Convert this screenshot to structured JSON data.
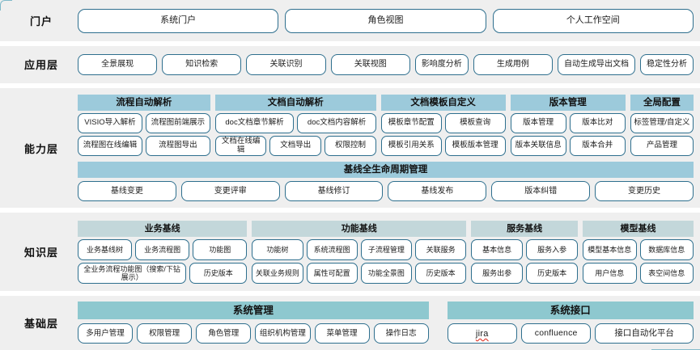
{
  "colors": {
    "band_bg": "#efefef",
    "page_bg": "#ffffff",
    "pill_border": "#2e6f8e",
    "group_header_blue": "#9ccadb",
    "group_header_knowledge": "#c3d7da",
    "group_header_base": "#8ec8cf"
  },
  "layers": [
    {
      "label": "门户",
      "items": [
        "系统门户",
        "角色视图",
        "个人工作空间"
      ]
    },
    {
      "label": "应用层",
      "items": [
        "全景展现",
        "知识检索",
        "关联识别",
        "关联视图",
        "影响度分析",
        "生成用例",
        "自动生成导出文档",
        "稳定性分析"
      ]
    },
    {
      "label": "能力层",
      "groups": [
        {
          "header": "流程自动解析",
          "rows": [
            [
              "VISIO导入解析",
              "流程图前端展示"
            ],
            [
              "流程图在线编辑",
              "流程图导出"
            ]
          ]
        },
        {
          "header": "文档自动解析",
          "rows": [
            [
              "doc文档章节解析",
              "doc文档内容解析"
            ],
            [
              "文档在线编辑",
              "文档导出",
              "权限控制"
            ]
          ]
        },
        {
          "header": "文档模板自定义",
          "rows": [
            [
              "模板章节配置",
              "模板查询"
            ],
            [
              "模板引用关系",
              "模板版本管理"
            ]
          ]
        },
        {
          "header": "版本管理",
          "rows": [
            [
              "版本管理",
              "版本比对"
            ],
            [
              "版本关联信息",
              "版本合并"
            ]
          ]
        },
        {
          "header": "全局配置",
          "rows": [
            [
              "标签管理/自定义"
            ],
            [
              "产品管理"
            ]
          ]
        }
      ],
      "lifecycle": {
        "header": "基线全生命周期管理",
        "items": [
          "基线变更",
          "变更评审",
          "基线修订",
          "基线发布",
          "版本纠错",
          "变更历史"
        ]
      }
    },
    {
      "label": "知识层",
      "groups": [
        {
          "header": "业务基线",
          "rows": [
            [
              "业务基线树",
              "业务流程图",
              "功能图"
            ],
            [
              "全业务流程功能图（搜索/下钻展示）",
              "历史版本"
            ]
          ]
        },
        {
          "header": "功能基线",
          "rows": [
            [
              "功能树",
              "系统流程图",
              "子流程管理",
              "关联服务"
            ],
            [
              "关联业务规则",
              "属性可配置",
              "功能全景图",
              "历史版本"
            ]
          ]
        },
        {
          "header": "服务基线",
          "rows": [
            [
              "基本信息",
              "服务入参"
            ],
            [
              "服务出参",
              "历史版本"
            ]
          ]
        },
        {
          "header": "模型基线",
          "rows": [
            [
              "模型基本信息",
              "数据库信息"
            ],
            [
              "用户信息",
              "表空间信息"
            ]
          ]
        }
      ]
    },
    {
      "label": "基础层",
      "groups": [
        {
          "header": "系统管理",
          "rows": [
            [
              "多用户管理",
              "权限管理",
              "角色管理",
              "组织机构管理",
              "菜单管理",
              "操作日志"
            ]
          ]
        },
        {
          "header": "系统接口",
          "rows": [
            [
              "jira",
              "confluence",
              "接口自动化平台"
            ]
          ]
        }
      ]
    }
  ]
}
